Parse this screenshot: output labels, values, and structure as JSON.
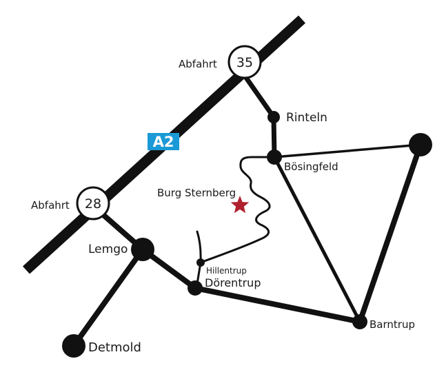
{
  "motorway": {
    "name": "A2",
    "badge_color": "#1a9ad6"
  },
  "exits": [
    {
      "label": "Abfahrt",
      "number": "35"
    },
    {
      "label": "Abfahrt",
      "number": "28"
    }
  ],
  "places": {
    "rinteln": "Rinteln",
    "boesingfeld": "Bösingfeld",
    "burg": "Burg Sternberg",
    "lemgo": "Lemgo",
    "hillentrup": "Hillentrup",
    "doerentrup": "Dörentrup",
    "barntrup": "Barntrup",
    "detmold": "Detmold"
  },
  "colors": {
    "road": "#111111",
    "star": "#b0202e"
  }
}
